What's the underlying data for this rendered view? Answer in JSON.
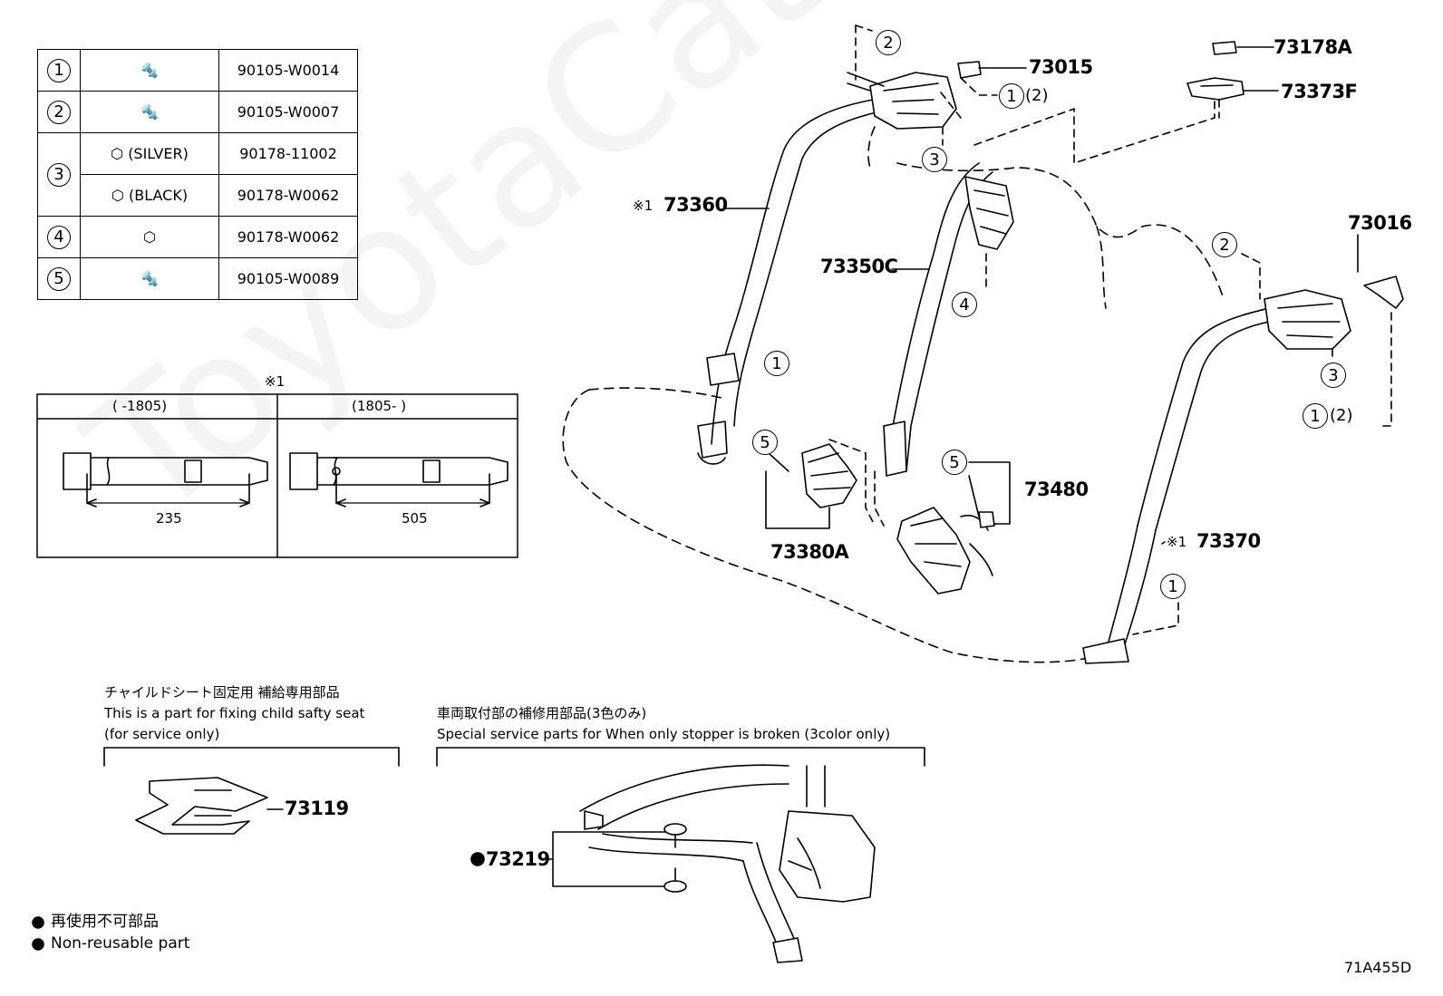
{
  "watermark": "ToyotaCatMine.ru",
  "fastener_table": {
    "rows": [
      {
        "index": "1",
        "variant": "",
        "part_no": "90105-W0014",
        "icon": "bolt-icon"
      },
      {
        "index": "2",
        "variant": "",
        "part_no": "90105-W0007",
        "icon": "bolt-icon"
      },
      {
        "index": "3",
        "variant": "(SILVER)",
        "part_no": "90178-11002",
        "icon": "nut-icon"
      },
      {
        "index": "",
        "variant": "(BLACK)",
        "part_no": "90178-W0062",
        "icon": "nut-icon"
      },
      {
        "index": "4",
        "variant": "",
        "part_no": "90178-W0062",
        "icon": "nut-icon"
      },
      {
        "index": "5",
        "variant": "",
        "part_no": "90105-W0089",
        "icon": "bolt-icon"
      }
    ]
  },
  "belt_variants": {
    "note_mark": "※1",
    "left_header": "(      -1805)",
    "right_header": "(1805-      )",
    "left_dimension": "235",
    "right_dimension": "505"
  },
  "callouts": {
    "p73015": "73015",
    "p73178A": "73178A",
    "p73373F": "73373F",
    "p73016": "73016",
    "p73360": "73360",
    "p73360_mark": "※1",
    "p73350C": "73350C",
    "p73480": "73480",
    "p73380A": "73380A",
    "p73370": "73370",
    "p73370_mark": "※1",
    "p73119": "73119",
    "p73219": "73219",
    "ref_1_2_top": "(2)",
    "ref_1_2_right": "(2)"
  },
  "child_seat_note": {
    "jp": "チャイルドシート固定用  補給専用部品",
    "en_line1": "This is a part for fixing child safty seat",
    "en_line2": "(for service only)"
  },
  "stopper_note": {
    "jp": "車両取付部の補修用部品(3色のみ)",
    "en": "Special service parts for When only stopper is broken (3color only)"
  },
  "legend": {
    "jp": "再使用不可部品",
    "en": "Non-reusable part",
    "symbol": "●"
  },
  "diagram_code": "71A455D"
}
